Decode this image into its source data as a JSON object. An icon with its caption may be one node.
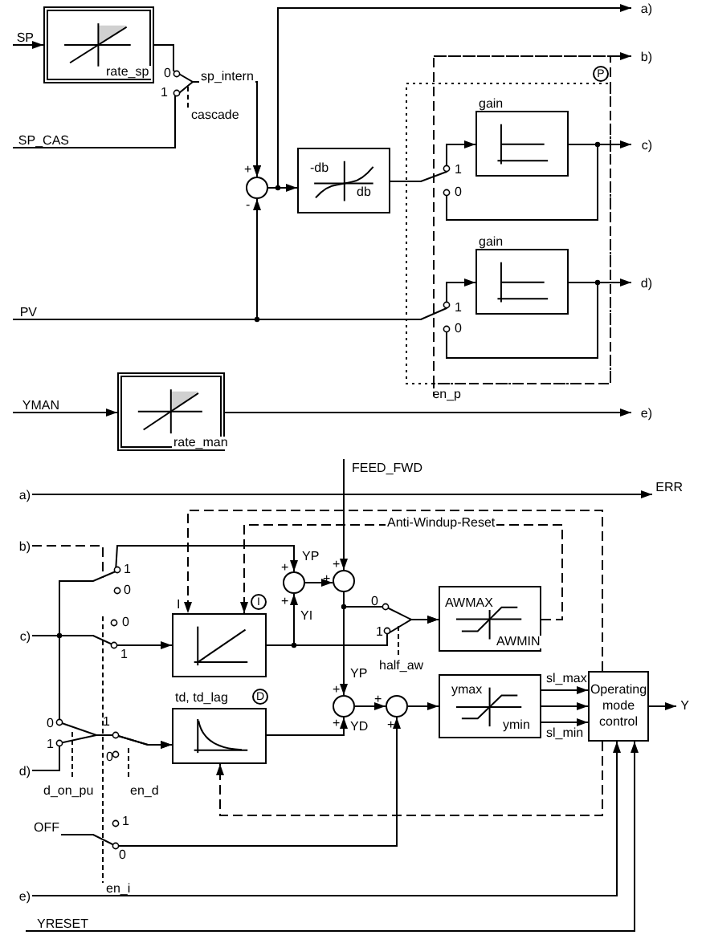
{
  "diagram": {
    "nodes": [
      {
        "text": [
          "SP"
        ]
      },
      {
        "text": [
          "rate_sp"
        ]
      },
      {
        "text": [
          "SP_CAS"
        ]
      },
      {
        "text": [],
        "shape": "circle"
      },
      {
        "text": [
          "-db",
          "db"
        ]
      },
      {
        "text": [
          "PV"
        ]
      },
      {
        "text": [
          "en_p"
        ]
      },
      {
        "text": [
          "P"
        ]
      },
      {
        "text": [
          "gain"
        ]
      },
      {
        "text": [
          "gain"
        ]
      },
      {
        "text": [
          "YMAN"
        ]
      },
      {
        "text": [
          "rate_man"
        ]
      },
      {
        "text": [
          "a)"
        ]
      },
      {
        "text": [
          "b)"
        ]
      },
      {
        "text": [
          "c)"
        ]
      },
      {
        "text": [
          "d)"
        ]
      },
      {
        "text": [
          "e)"
        ]
      },
      {
        "text": [
          "FEED_FWD"
        ]
      },
      {
        "text": [
          "a)"
        ]
      },
      {
        "text": [
          "ERR"
        ]
      },
      {
        "text": [
          "b)"
        ]
      },
      {
        "text": [
          "c)"
        ]
      },
      {
        "text": [
          "d)"
        ]
      },
      {
        "text": [],
        "shape": "box"
      },
      {
        "text": [
          "I"
        ]
      },
      {
        "text": [
          "td, td_lag"
        ]
      },
      {
        "text": [
          "D"
        ]
      },
      {
        "text": [],
        "shape": "circle"
      },
      {
        "text": [],
        "shape": "circle"
      },
      {
        "text": [],
        "shape": "circle"
      },
      {
        "text": [],
        "shape": "circle"
      },
      {
        "text": [
          "AWMAX",
          "AWMIN"
        ]
      },
      {
        "text": [
          "ymax",
          "ymin"
        ]
      },
      {
        "text": [
          "Operating mode control"
        ]
      },
      {
        "text": [
          "Y"
        ]
      },
      {
        "text": [
          "OFF"
        ]
      },
      {
        "text": [
          "e)"
        ]
      },
      {
        "text": [
          "YRESET"
        ]
      }
    ],
    "edges": [
      {
        "from": 0,
        "to": 1,
        "arrow": "to"
      },
      {
        "from": 1,
        "to": 3,
        "arrow": "to",
        "label": "sp_intern"
      },
      {
        "from": 2,
        "to": 3,
        "arrow": "to"
      },
      {
        "from": 5,
        "to": 3,
        "arrow": "to"
      },
      {
        "from": 3,
        "to": 4,
        "arrow": "to"
      },
      {
        "from": 3,
        "to": 12,
        "arrow": "to"
      },
      {
        "from": 4,
        "to": 8,
        "arrow": "to"
      },
      {
        "from": 8,
        "to": 14,
        "arrow": "to"
      },
      {
        "from": 5,
        "to": 9,
        "arrow": "to"
      },
      {
        "from": 9,
        "to": 15,
        "arrow": "to"
      },
      {
        "from": 6,
        "to": 13,
        "arrow": "to",
        "style": "dashed"
      },
      {
        "from": 10,
        "to": 11,
        "arrow": "to"
      },
      {
        "from": 11,
        "to": 16,
        "arrow": "to"
      },
      {
        "from": 18,
        "to": 19,
        "arrow": "to"
      },
      {
        "from": 17,
        "to": 28,
        "arrow": "to"
      },
      {
        "from": 20,
        "to": null,
        "arrow": "none",
        "style": "dashed"
      },
      {
        "from": 21,
        "to": 27,
        "arrow": "to",
        "label": "YP"
      },
      {
        "from": 21,
        "to": 23,
        "arrow": "to"
      },
      {
        "from": 21,
        "to": 25,
        "arrow": "to"
      },
      {
        "from": 22,
        "to": 25,
        "arrow": "to"
      },
      {
        "from": 23,
        "to": 27,
        "arrow": "to",
        "label": "YI"
      },
      {
        "from": 27,
        "to": 28,
        "arrow": "to"
      },
      {
        "from": 28,
        "to": 31,
        "arrow": "to"
      },
      {
        "from": 23,
        "to": 31,
        "arrow": "to"
      },
      {
        "from": 28,
        "to": 29,
        "arrow": "to",
        "label": "YP"
      },
      {
        "from": 25,
        "to": 29,
        "arrow": "to",
        "label": "YD"
      },
      {
        "from": 29,
        "to": 30,
        "arrow": "to"
      },
      {
        "from": 35,
        "to": 30,
        "arrow": "to"
      },
      {
        "from": 30,
        "to": 32,
        "arrow": "to"
      },
      {
        "from": 32,
        "to": 33,
        "arrow": "to"
      },
      {
        "from": 33,
        "to": 34,
        "arrow": "to"
      },
      {
        "from": 36,
        "to": 33,
        "arrow": "to"
      },
      {
        "from": 37,
        "to": 33,
        "arrow": "to"
      },
      {
        "from": 31,
        "to": 23,
        "arrow": "to",
        "style": "dashed",
        "label": "Anti-Windup-Reset"
      },
      {
        "from": 33,
        "to": 23,
        "arrow": "to",
        "style": "dashed"
      },
      {
        "from": 33,
        "to": 25,
        "arrow": "to",
        "style": "dashed"
      },
      {
        "from": 32,
        "to": 33,
        "arrow": "to",
        "label": "sl_max"
      },
      {
        "from": 32,
        "to": 33,
        "arrow": "to",
        "label": "sl_min"
      }
    ],
    "labels": [
      "+",
      "-",
      "0",
      "1",
      "cascade",
      "1",
      "0",
      "1",
      "0",
      "+",
      "+",
      "+",
      "+",
      "+",
      "+",
      "+",
      "+",
      "1",
      "0",
      "0",
      "1",
      "0",
      "1",
      "1",
      "0",
      "d_on_pu",
      "en_d",
      "1",
      "0",
      "en_i",
      "I",
      "0",
      "1",
      "half_aw"
    ]
  }
}
